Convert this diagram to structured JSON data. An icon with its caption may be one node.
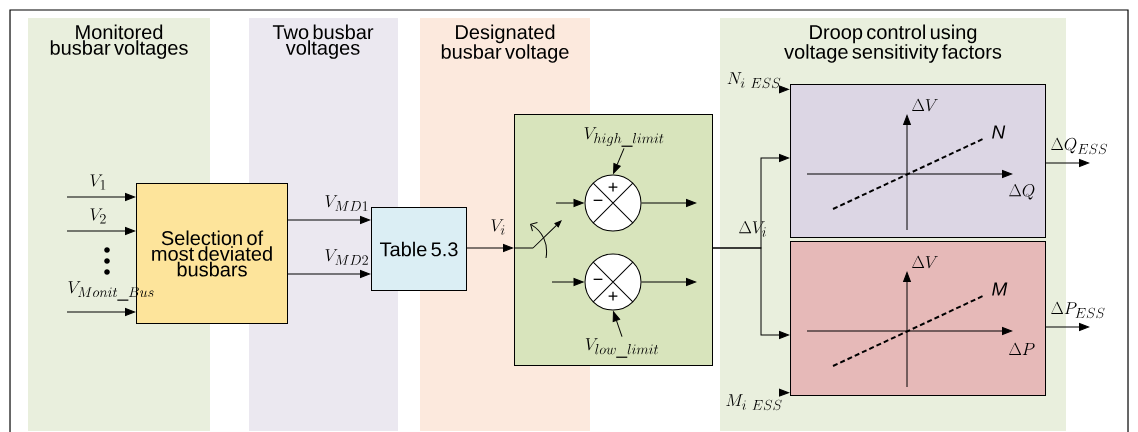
{
  "diagram": {
    "nodes": [
      {
        "text": [
          "Selection of most deviated busbars"
        ]
      },
      {
        "text": [
          "Table 5.3"
        ]
      },
      {
        "text": [],
        "shape": "box"
      },
      {
        "text": [
          "+",
          "−"
        ],
        "in": 2
      },
      {
        "text": [
          "−",
          "+"
        ],
        "in": 2
      },
      {
        "text": [
          "\\Delta V",
          "N",
          "\\Delta Q"
        ]
      },
      {
        "text": [
          "\\Delta V",
          "M",
          "\\Delta P"
        ]
      },
      {
        "text": [
          "V_{high\\_limit}"
        ],
        "in": 2
      },
      {
        "text": [
          "V_{low\\_limit}"
        ],
        "in": 2
      },
      {
        "text": [
          "N_{i\\ ESS}"
        ]
      },
      {
        "text": [
          "M_{i\\ ESS}"
        ]
      }
    ],
    "edges": [
      {
        "from": null,
        "to": 0,
        "arrow": "to",
        "label": "V_{1}"
      },
      {
        "from": null,
        "to": 0,
        "arrow": "to",
        "label": "V_{2}"
      },
      {
        "from": null,
        "to": 0,
        "arrow": "to",
        "label": "V_{Monit\\_Bus}"
      },
      {
        "from": 0,
        "to": 1,
        "arrow": "to",
        "label": "V_{MD1}"
      },
      {
        "from": 0,
        "to": 1,
        "arrow": "to",
        "label": "V_{MD2}"
      },
      {
        "from": 1,
        "to": 2,
        "arrow": "to",
        "label": "V_{i}"
      },
      {
        "from": null,
        "to": 3,
        "arrow": "to"
      },
      {
        "from": null,
        "to": 4,
        "arrow": "to"
      },
      {
        "from": 7,
        "to": 3,
        "arrow": "to"
      },
      {
        "from": 8,
        "to": 4,
        "arrow": "to"
      },
      {
        "from": 3,
        "to": null,
        "arrow": "to"
      },
      {
        "from": 4,
        "to": null,
        "arrow": "to"
      },
      {
        "from": 2,
        "to": 5,
        "arrow": "to",
        "label": "\\Delta V_{i}"
      },
      {
        "from": 2,
        "to": 6,
        "arrow": "to"
      },
      {
        "from": 9,
        "to": 5,
        "arrow": "to"
      },
      {
        "from": 10,
        "to": 6,
        "arrow": "to"
      },
      {
        "from": 5,
        "to": null,
        "arrow": "to",
        "label": "\\Delta Q_{ESS}"
      },
      {
        "from": 6,
        "to": null,
        "arrow": "to",
        "label": "\\Delta P_{ESS}"
      }
    ],
    "labels": [
      "Monitored busbar voltages",
      "Two busbar voltages",
      "Designated busbar voltage",
      "Droop control using voltage sensitivity factors"
    ]
  }
}
